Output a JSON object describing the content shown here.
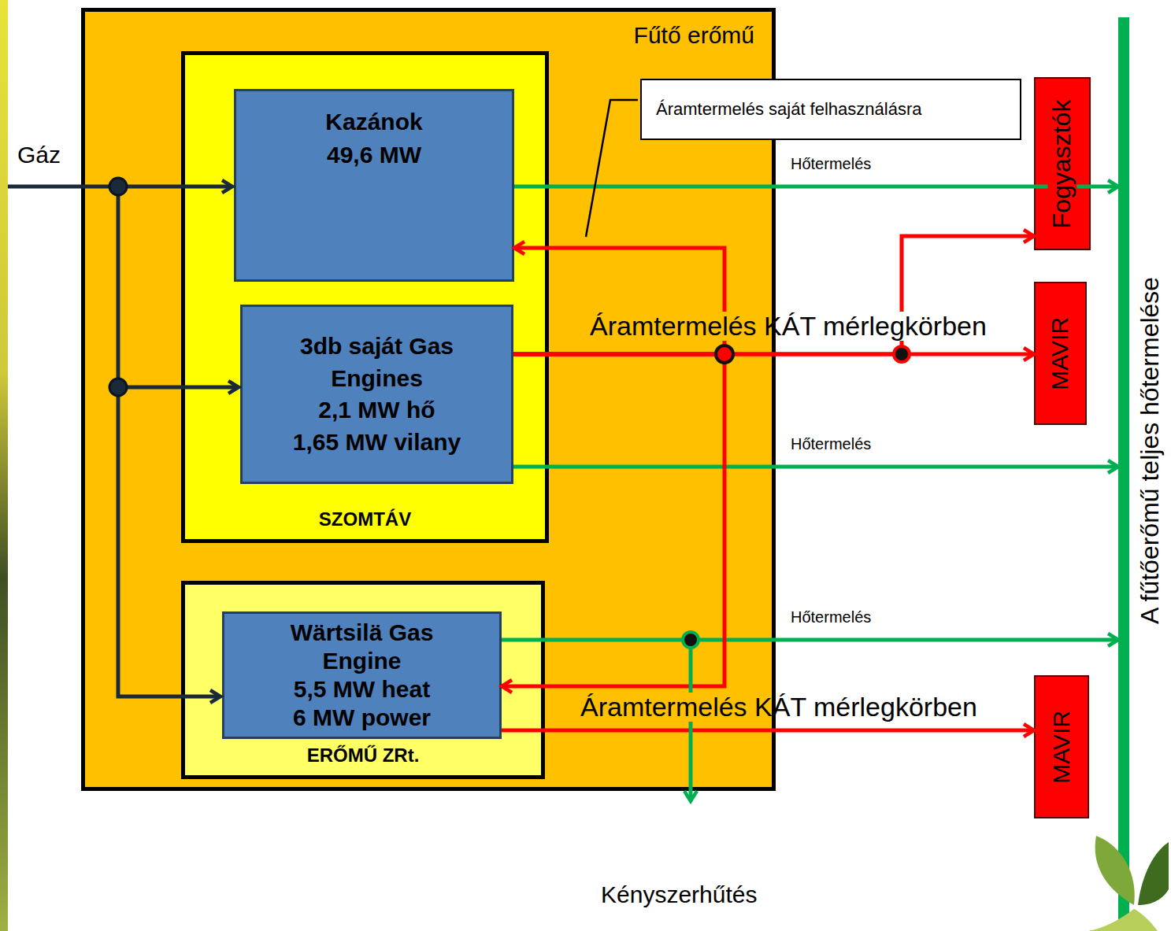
{
  "diagram": {
    "nodes": [
      {
        "text": [
          "Fűtő erőmű"
        ]
      },
      {
        "text": [
          "SZOMTÁV"
        ],
        "in": 0
      },
      {
        "text": [
          "Kazánok",
          "49,6 MW"
        ],
        "in": 1
      },
      {
        "text": [
          "3db saját Gas Engines",
          "2,1 MW hő",
          "1,65 MW vilany"
        ],
        "in": 1
      },
      {
        "text": [
          "ERŐMŰ ZRt."
        ],
        "in": 0
      },
      {
        "text": [
          "Wärtsilä Gas Engine",
          "5,5 MW heat",
          "6 MW power"
        ],
        "in": 4
      },
      {
        "text": [
          "Áramtermelés saját felhasználásra"
        ]
      },
      {
        "text": [
          "Fogyasztók"
        ]
      },
      {
        "text": [
          "MAVIR"
        ]
      },
      {
        "text": [
          "MAVIR"
        ]
      },
      {
        "text": [
          "A fűtőerőmű teljes hőtermelése"
        ]
      }
    ],
    "edges": [
      {
        "from": 2,
        "to": 10,
        "arrow": "to",
        "label": "Hőtermelés"
      },
      {
        "from": 3,
        "to": 10,
        "arrow": "to",
        "label": "Hőtermelés"
      },
      {
        "from": 5,
        "to": 10,
        "arrow": "to",
        "label": "Hőtermelés"
      },
      {
        "from": 3,
        "to": 2,
        "arrow": "to"
      },
      {
        "from": 3,
        "to": 5,
        "arrow": "to"
      },
      {
        "from": 3,
        "to": 7,
        "arrow": "to"
      },
      {
        "from": 3,
        "to": 8,
        "arrow": "to",
        "label": "Áramtermelés KÁT mérlegkörben"
      },
      {
        "from": 5,
        "to": 9,
        "arrow": "to",
        "label": "Áramtermelés KÁT mérlegkörben"
      }
    ],
    "labels": [
      "Gáz",
      "Kényszerhűtés"
    ]
  }
}
